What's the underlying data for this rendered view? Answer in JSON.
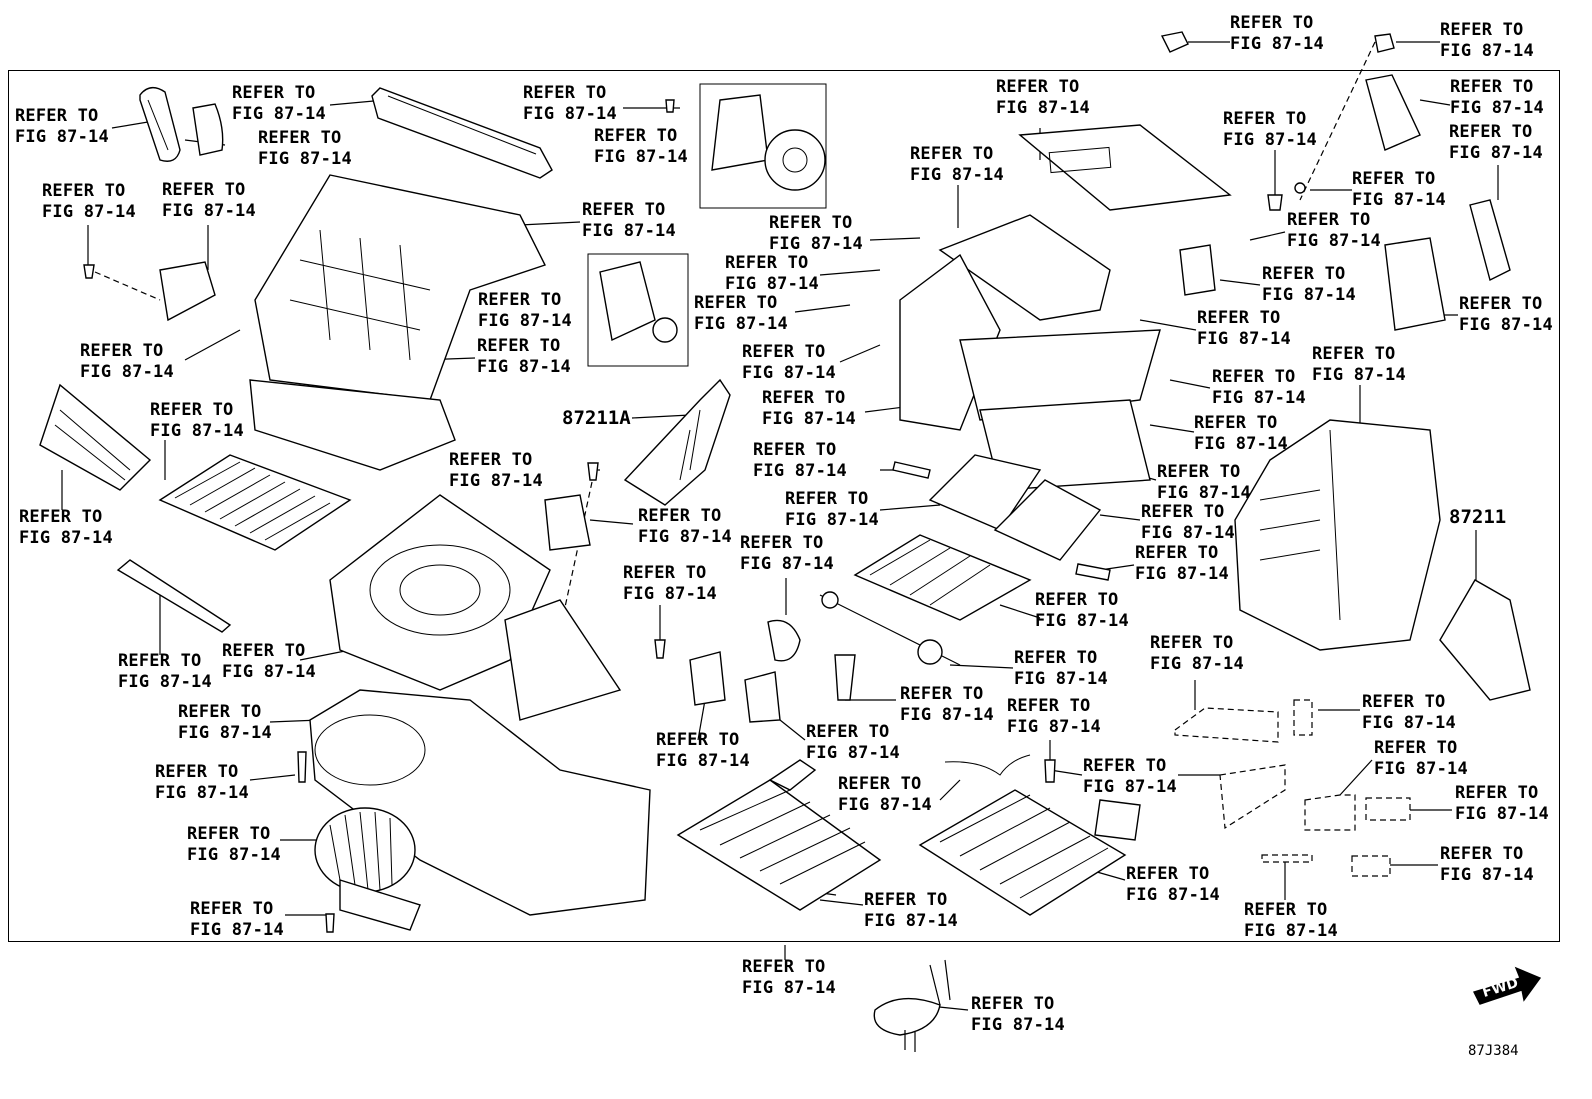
{
  "diagram": {
    "code": "87J384",
    "fwd_label": "FWD",
    "part_numbers": [
      "87211A",
      "87211"
    ],
    "callout": {
      "line1": "REFER TO",
      "line2": "FIG 87-14"
    }
  }
}
